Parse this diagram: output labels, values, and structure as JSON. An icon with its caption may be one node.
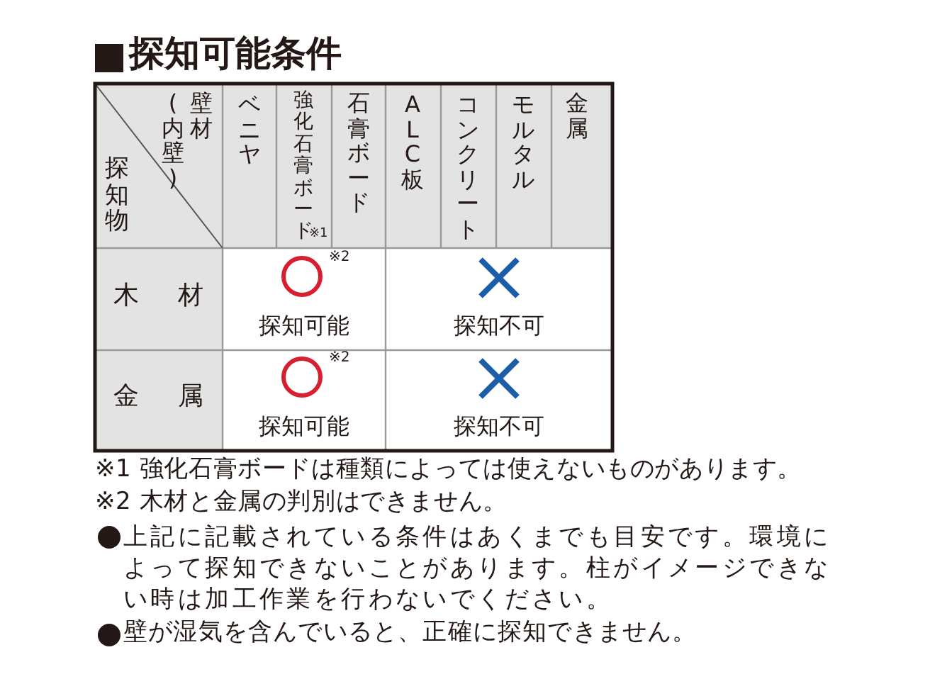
{
  "diagram": {
    "title": "探知可能条件",
    "labels": [
      "壁材",
      "(内壁)",
      "探知物",
      "ベニヤ",
      "強化石膏ボード",
      "※1",
      "石膏ボード",
      "ALC板",
      "コンクリート",
      "モルタル",
      "金属",
      "木 材",
      "※2",
      "探知可能",
      "探知不可",
      "金 属",
      "※2",
      "探知可能",
      "探知不可",
      "※1 強化石膏ボードは種類によっては使えないものがあります。",
      "※2 木材と金属の判別はできません。",
      "上記に記載されている条件はあくまでも目安です。環境によって探知できないことがあります。柱がイメージできない時は加工作業を行わないでください。",
      "壁が湿気を含んでいると、正確に探知できません。"
    ]
  }
}
